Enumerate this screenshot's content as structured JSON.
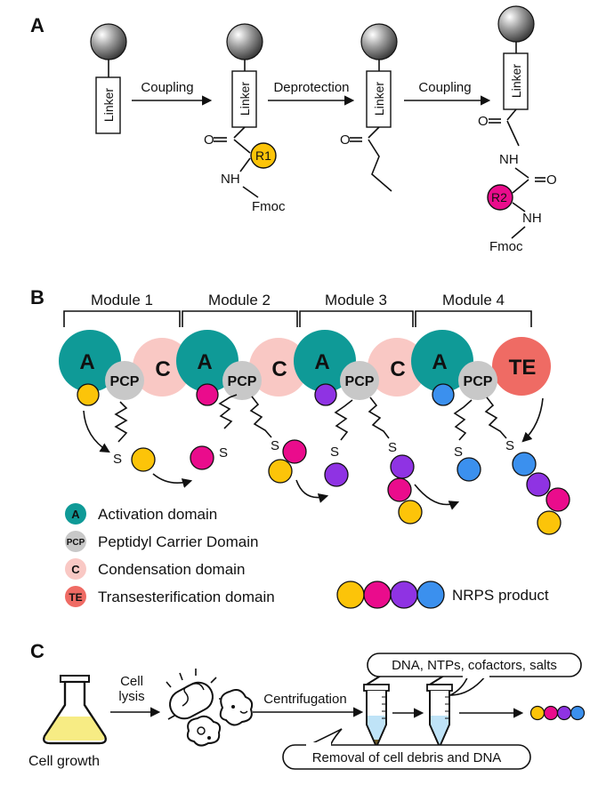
{
  "panel_a": {
    "label": "A",
    "linker": "Linker",
    "step1": "Coupling",
    "step2": "Deprotection",
    "step3": "Coupling",
    "oxygen": "O",
    "nh": "NH",
    "fmoc": "Fmoc",
    "r1": "R1",
    "r2": "R2"
  },
  "panel_b": {
    "label": "B",
    "modules": [
      "Module 1",
      "Module 2",
      "Module 3",
      "Module 4"
    ],
    "dom_a": "A",
    "dom_pcp": "PCP",
    "dom_c": "C",
    "dom_te": "TE",
    "thioester": "S",
    "legend": {
      "activation": "Activation domain",
      "pcp": "Peptidyl Carrier Domain",
      "condensation": "Condensation domain",
      "te": "Transesterification domain",
      "product": "NRPS product"
    },
    "colors": {
      "activation": "#0f9a97",
      "pcp": "#c8c8c8",
      "condensation": "#f9c8c4",
      "te": "#ef6b64",
      "yellow": "#fcc409",
      "magenta": "#ea0c8c",
      "purple": "#8f33e3",
      "blue": "#3b90ee"
    }
  },
  "panel_c": {
    "label": "C",
    "lysis": [
      "Cell",
      "lysis"
    ],
    "centrifugation": "Centrifugation",
    "cell_growth": "Cell growth",
    "bubble_top": "DNA, NTPs, cofactors, salts",
    "bubble_bottom": "Removal of cell debris and DNA"
  }
}
